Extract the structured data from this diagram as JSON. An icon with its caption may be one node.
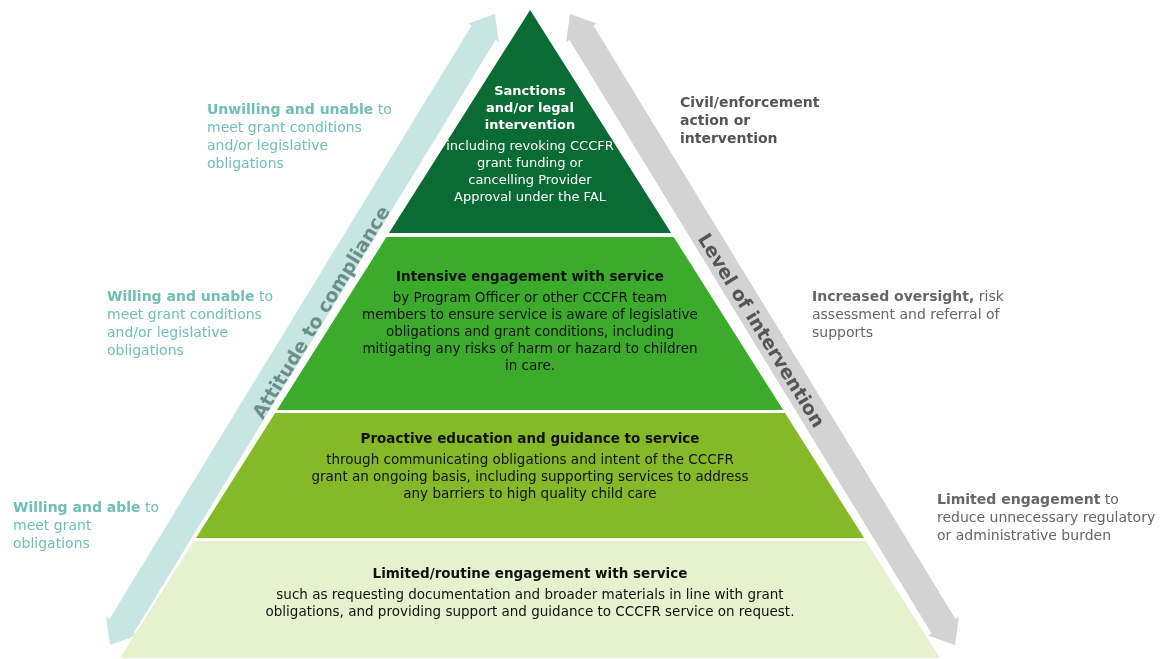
{
  "diagram": {
    "nodes": [
      {
        "text": [
          "Sanctions and/or legal intervention",
          "including revoking CCCFR grant funding or cancelling Provider Approval under the FAL"
        ]
      },
      {
        "text": [
          "Intensive engagement with service",
          "by Program Officer or other CCCFR team members to ensure service is aware of legislative obligations and grant conditions, including mitigating any risks of harm or hazard to children in care."
        ]
      },
      {
        "text": [
          "Proactive education and guidance to service",
          "through communicating obligations and intent of the CCCFR grant an ongoing basis, including supporting services to address any barriers to high quality child care"
        ]
      },
      {
        "text": [
          "Limited/routine engagement with service",
          "such as requesting documentation and broader materials in line with grant obligations, and providing support and guidance to CCCFR service on request."
        ]
      }
    ],
    "labels": [
      "**Unwilling and unable** to meet grant conditions and/or legislative obligations",
      "Civil/enforcement action or intervention",
      "**Willing and unable** to meet grant conditions and/or legislative obligations",
      "**Increased oversight,** risk assessment and referral of supports",
      "**Willing and able** to meet grant obligations",
      "**Limited engagement** to reduce unnecessary regulatory or administrative burden",
      "Attitude to compliance",
      "Level of intervention"
    ]
  }
}
